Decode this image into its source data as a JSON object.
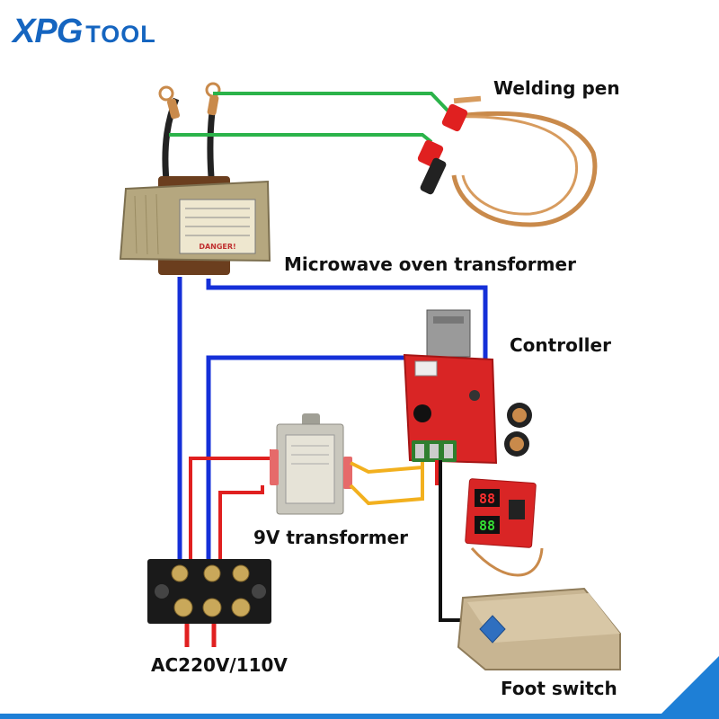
{
  "logo": {
    "brand": "XPG",
    "sub": "TOOL"
  },
  "labels": {
    "welding_pen": "Welding pen",
    "microwave_transformer": "Microwave oven transformer",
    "controller": "Controller",
    "transformer_9v": "9V transformer",
    "ac_input": "AC220V/110V",
    "foot_switch": "Foot switch"
  },
  "transformer_plate": {
    "warning": "DANGER!"
  },
  "colors": {
    "blue_wire": "#1530d8",
    "green_wire": "#2bb34a",
    "red_wire": "#e02020",
    "yellow_wire": "#f2b01e",
    "black_wire": "#111111",
    "copper_wire": "#c98a4b",
    "pcb_red": "#d92525",
    "brand_blue": "#1565c0"
  }
}
